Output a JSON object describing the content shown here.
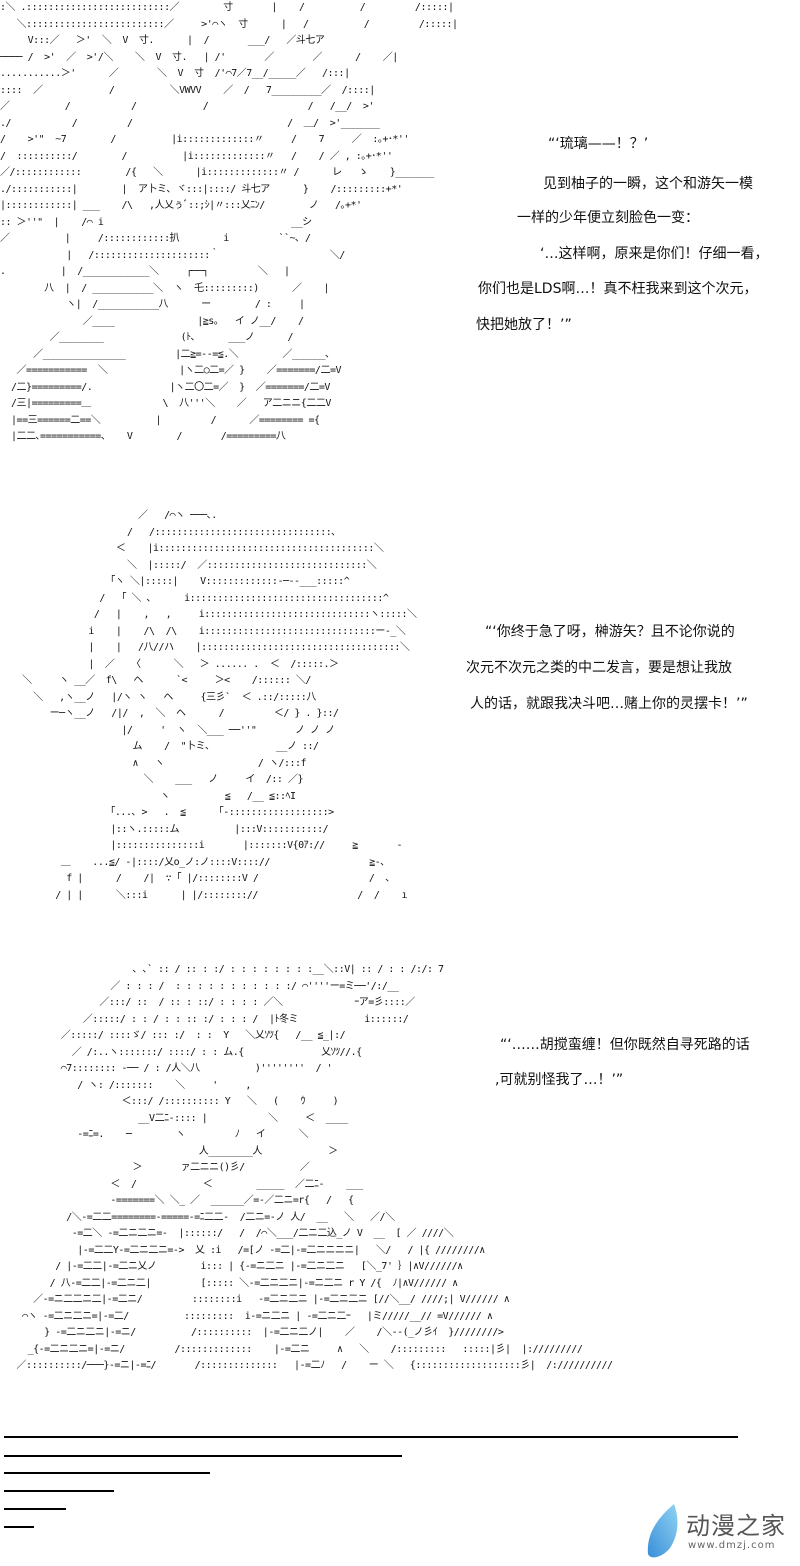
{
  "panels": [
    {
      "art": [
        ":＼ .::::::::::::::::::::::::::／        寸       |    /          /         /:::::|",
        "   ＼:::::::::::::::::::::::::／     >'⌒ヽ  寸      |   /          /         /:::::|",
        "     V:::／   ＞'  ＼  V  寸.      |  /       ___/   ／斗七ア",
        "──── /  >'  ／  >'/＼    ＼  V  寸.   | /'       ／       ／      /    ／|",
        "...........＞'      ／       ＼  V  寸  /'⌒7／7__/_____／   /:::|",
        "::::  ／            /          ＼VWVV    ／  /   7_________／  /::::|",
        "／          /           /            /                  /   /__/  >'",
        "./           /         /                            /  ＿/  >'_______",
        "/    >'\"  ~7        /          |i:::::::::::::〃     /    7     ／  :｡+･*'' ",
        "/  ::::::::::/        /          |i:::::::::::::〃   /    / ／ , :｡+･*''",
        "／/::::::::::::        /{   ＼      |i:::::::::::::〃 /      レ   ゝ    }_______",
        "./:::::::::::|        |  ア卜ミ､ ヾ:::|::::/ 斗七ア      }    /:::::::::+*'",
        "|::::::::::::| ___    /\\   ,人乂ぅﾞ::;ｼ|〃:::乂ﾆﾝ/        ノ   /｡+*'",
        ":: ＞''\"  |    /⌒ i                                  __シ",
        "／          |     /::::::::::::扒        i         ``~､ /",
        "            |   /:::::::::::::::::::::｀                    ＼/",
        ".          |  /____________＼     ┌──┐         ＼   |",
        "        八  |  / ___________＼  ヽ  乇:::::::::)      ／    |",
        "            ヽ|  /___________八      ー        / :     |",
        "               ／____               |≧s｡   イ ノ__/    /",
        "         ／________              (ﾄ､      ___ノ      /",
        "      ／_______________         |二≧=--=≦.＼        ／______､",
        "   ／===========  ＼             |ヽ二○二=／ }    ／=======/二=V",
        "  /二}=========/.              |ヽ二〇二=／  }  ／=======/二=V",
        "  /三|=========＿             \\  八'''＼    ／   ア二ニニ{二二V",
        "  |==三======二==＼          |         /      ／======== ={",
        "  |二二､===========、   V        /       /=========八"
      ],
      "dialogue": [
        "“‘琉璃——！？’",
        "见到柚子的一瞬，这个和游矢一模",
        "一样的少年便立刻脸色一变：",
        "‘…这样啊，原来是你们！仔细一看，",
        "你们也是LDS啊…！真不枉我来到这个次元，",
        "快把她放了！’”"
      ]
    },
    {
      "art": [
        "                         ／   /⌒ヽ ───､.",
        "                       /   /::::::::::::::::::::::::::::::::､",
        "                     ＜    |i:::::::::::::::::::::::::::::::::::::::＼",
        "                       ＼  |:::::/  ／:::::::::::::::::::::::::::::＼",
        "                    ｢ヽ ＼|:::::|    V:::::::::::::-─--___:::::^",
        "                  /   ｢ ＼ ､      i:::::::::::::::::::::::::::::::::::^",
        "                 /   |    ,   ,     i::::::::::::::::::::::::::::::ヽ:::::＼",
        "                i    |    /\\  /\\    i:::::::::::::::::::::::::::::::ー-_＼",
        "                |    |   /八//ハ    |::::::::::::::::::::::::::::::::::::＼",
        "                |  ／   〈      ＼   ＞ ...... .  ＜  /:::::.＞",
        "    ＼     ヽ __／  f\\   ヘ      `<     ＞<    /:::::: ＼/",
        "      ＼   ,ヽ__ノ   |/ヽ ヽ   ヘ     {三彡`  ＜ .::/:::::八",
        "         ー─ヽ__ノ   /|/  ,  ＼  ヘ      /         ＜/ } . }::/",
        "                      |/     '  ヽ  ＼___ ──''\"       ノ ノ ノ",
        "                        ム    /  \"卜ミ､            __ノ ::/",
        "                        ∧   ヽ                 / ヽ/:::f",
        "                          ＼    ___   ノ     イ  /:: ／}",
        "                             ヽ          ≦   /__ ≦::ﾍI",
        "                    ｢...､ >   .  ≦      ｢-::::::::::::::::::>",
        "                    |::ヽ.:::::ム          |:::V:::::::::::/",
        "                    |:::::::::::::::i       |:::::::V{0ｱ://     ≧       -",
        "           ＿    ...≦/ -|::::/乂o_ノ:ノ::::V:::://                  ≧-､",
        "            f |      /    /|  ∵ ｢ |/::::::::V /                    /  ､",
        "          / | |      ＼:::i      | |/:::::::://                  /  /    ı"
      ],
      "dialogue": [
        "“‘你终于急了呀，榊游矢？且不论你说的",
        "次元不次元之类的中二发言，要是想让我放",
        "人的话，就跟我决斗吧…赌上你的灵摆卡！’”"
      ]
    },
    {
      "art": [
        "                        ､ ､` :: / :: : :/ : : : : : : : :__＼::V| :: / : : /:/: 7",
        "                    ／ : : : /  : : : : : : : : : : :/ ⌒''''ー=ミ──'/:/__",
        "                  ／:::/ ::  / :: : ::/ : : : : ／＼             ｰア=彡::::／",
        "               ／:::::/ : : / : : :: :/ : : : /  |ﾄ冬ミ            i::::::/",
        "           ／:::::/ ::::ゞ/ ::: :/  : :  Y   ＼乂ｿﾂ{   /__ ≦_|:/",
        "             ／ /:..ヽ:::::::/ ::::/ : : ム.{              乂ｿﾂ//.{",
        "           ⌒7:::::::: -── / : /人＼八          )''''''''  / '",
        "              / ヽ: /:::::::    ＼     '     ,",
        "                      ＜:::/ /:::::::::: Y   ＼   (    ｳ     )",
        "                         __V二ﾆ-:::: |           ＼     ＜  ____",
        "              -=ﾆ=.    ─        ヽ         ﾉ   イ      ＼",
        "                                    人________人            ＞",
        "                        ＞       ァ二ニニ()彡/          ／",
        "                    ＜  /            ＜        _____  ／二ﾆ-    ___",
        "                    -=======＼ ＼_ ／  ______／=-／二ニ=r{   /   {",
        "            /＼-=二二========-=====-=ﾆ二二-  /二ニ=-ノ 人/  __   ＼   ／/＼",
        "             -=二＼ -=二ニ二ニ=-  |::::::/   /  /⌒＼___/二ニ二込_ノ V  __  [ ／ ////＼",
        "              |-=二二Y-=二ニ二ニ=->  乂 :i   /=[ノ -=二|-=二ニニニニ|   ＼/   / |{ ////////∧",
        "          / |-=二二|-=二ニ乂ノ        i::: | {-=ニ二ニ |-=二ニ二ニ   [＼_7' ｝|∧V//////∧",
        "         / 八-=二二|-=二ニ二|         [::::: ＼-=二ニ二ニ|-=ニ二ニ r Y /{  ﾉ|∧V////// ∧",
        "      ／-=ニ二二ニ二|-=二ニ/         ::::::::i   -=二ニ二ニ |-=二ニ二ニ [//＼__/ ////;| V////// ∧",
        "    ⌒ヽ -=二ニ二ニ=|-=二/          :::::::::  i-=ニ二ニ | -=二ニ二ｰ   |ミ/////__// =V////// ∧",
        "        } -=二ニ二ニ|-=ニ/          /::::::::::  |-=二ニ二ノ|    ／    /＼--(_ノ彡ｲ  }////////>",
        "     _{-=二ニ二ニ=|-=ニ/         /:::::::::::::    |-=二ニ     ∧   ＼    /:::::::::   :::::|彡|  |://///////",
        "   ／::::::::::/───}-=ニ|-=ﾆ/       /::::::::::::::   |-=二ﾉ   /    ー ＼   {:::::::::::::::::::彡|  /://////////"
      ],
      "dialogue": [
        "“‘……胡搅蛮缠！但你既然自寻死路的话",
        ",可就别怪我了…！’”"
      ]
    }
  ],
  "watermark": {
    "name": "动漫之家",
    "url": "www.dmzj.com"
  }
}
